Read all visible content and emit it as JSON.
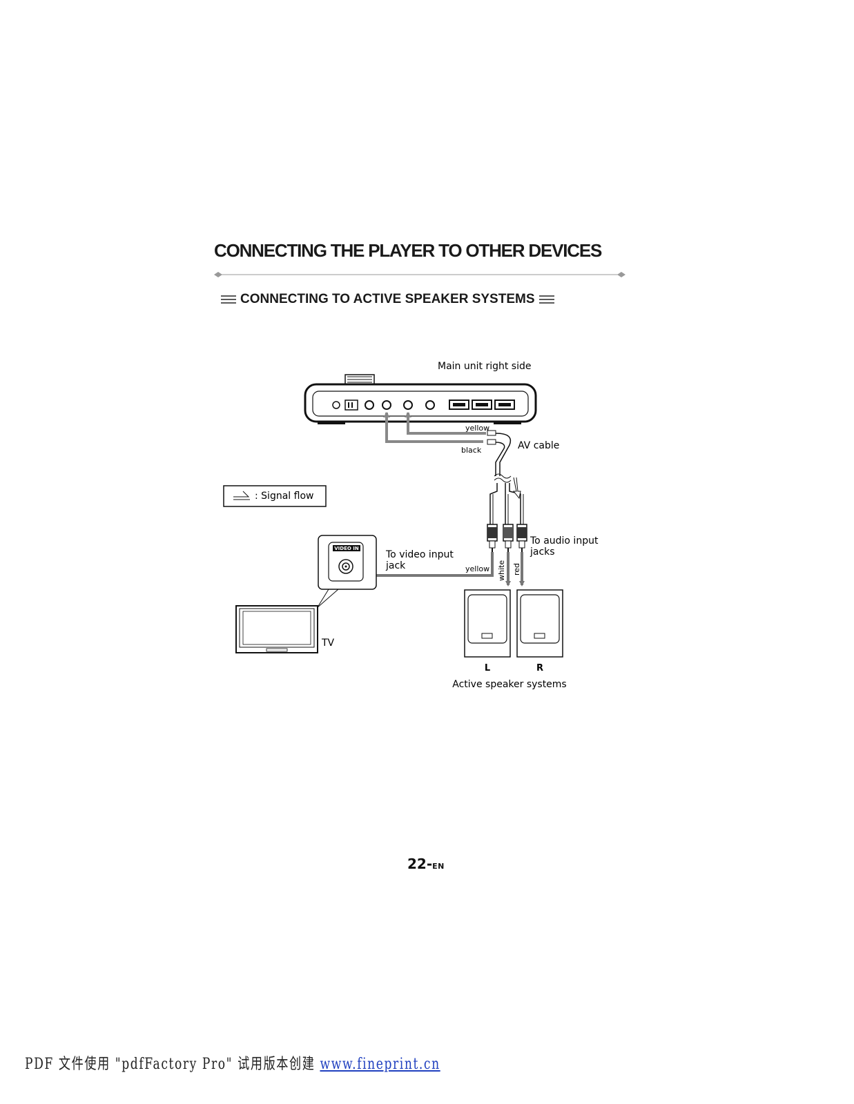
{
  "header": {
    "title": "CONNECTING THE PLAYER TO OTHER DEVICES",
    "section_title": "CONNECTING TO ACTIVE SPEAKER SYSTEMS"
  },
  "diagram": {
    "main_unit_label": "Main unit right side",
    "yellow_label_top": "yellow",
    "black_label": "black",
    "av_cable_label": "AV cable",
    "signal_flow_label": ": Signal  flow",
    "video_in_label": "VIDEO IN",
    "to_video_input_line1": "To video input",
    "to_video_input_line2": "jack",
    "yellow_label_bottom": "yellow",
    "white_label": "white",
    "red_label": "red",
    "to_audio_input_line1": "To audio input",
    "to_audio_input_line2": "jacks",
    "tv_label": "TV",
    "speaker_left_label": "L",
    "speaker_right_label": "R",
    "speakers_caption": "Active speaker systems"
  },
  "page": {
    "number": "22-",
    "suffix": "EN"
  },
  "footer": {
    "text": "PDF 文件使用 \"pdfFactory Pro\" 试用版本创建 ",
    "link": "www.fineprint.cn"
  },
  "colors": {
    "signal_arrow": "#777777",
    "ink": "#111111",
    "link": "#1f3fbf"
  }
}
